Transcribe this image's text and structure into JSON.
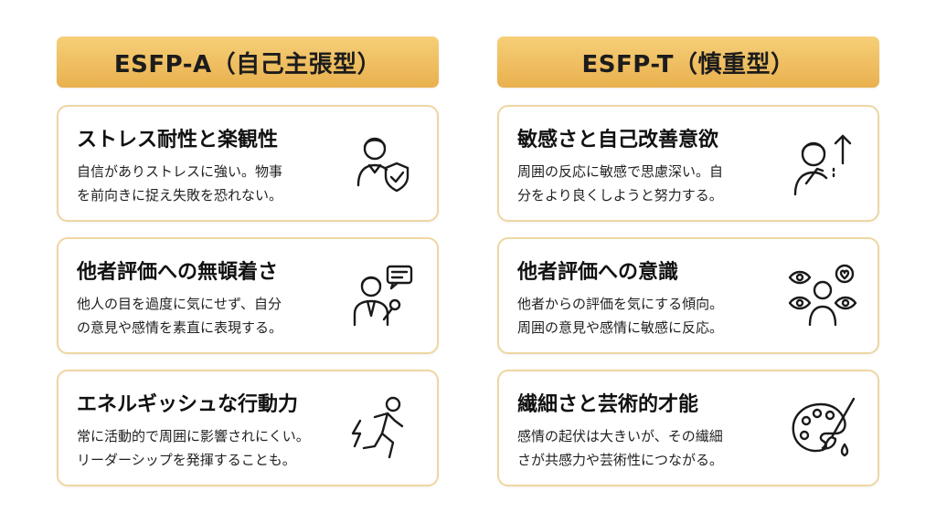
{
  "left": {
    "header": "ESFP-A（自己主張型）",
    "cards": [
      {
        "title": "ストレス耐性と楽観性",
        "desc": [
          "自信がありストレスに強い。物事",
          "を前向きに捉え失敗を恐れない。"
        ],
        "icon": "person-with-shield-check-icon"
      },
      {
        "title": "他者評価への無頓着さ",
        "desc": [
          "他人の目を過度に気にせず、自分",
          "の意見や感情を素直に表現する。"
        ],
        "icon": "person-with-microphone-speech-icon"
      },
      {
        "title": "エネルギッシュな行動力",
        "desc": [
          "常に活動的で周囲に影響されにくい。",
          "リーダーシップを発揮することも。"
        ],
        "icon": "running-person-lightning-icon"
      }
    ]
  },
  "right": {
    "header": "ESFP-T（慎重型）",
    "cards": [
      {
        "title": "敏感さと自己改善意欲",
        "desc": [
          "周囲の反応に敏感で思慮深い。自",
          "分をより良くしようと努力する。"
        ],
        "icon": "thinking-person-arrow-up-icon"
      },
      {
        "title": "他者評価への意識",
        "desc": [
          "他者からの評価を気にする傾向。",
          "周囲の意見や感情に敏感に反応。"
        ],
        "icon": "person-with-eyes-heart-icon"
      },
      {
        "title": "繊細さと芸術的才能",
        "desc": [
          "感情の起伏は大きいが、その繊細",
          "さが共感力や芸術性につながる。"
        ],
        "icon": "palette-brush-icon"
      }
    ]
  }
}
